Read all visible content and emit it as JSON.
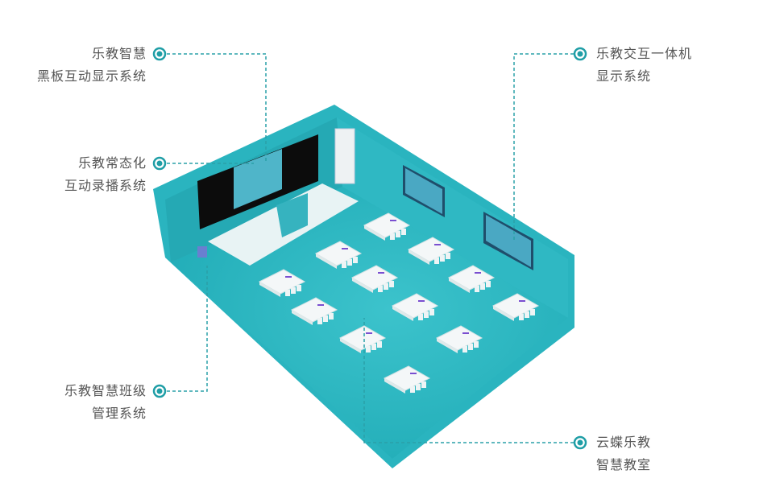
{
  "colors": {
    "accent": "#1f9ea6",
    "room": "#2bb7c2",
    "wall": "#27aab5"
  },
  "labels": {
    "blackboard": {
      "line1": "乐教智慧",
      "line2": "黑板互动显示系统"
    },
    "recording": {
      "line1": "乐教常态化",
      "line2": "互动录播系统"
    },
    "class_management": {
      "line1": "乐教智慧班级",
      "line2": "管理系统"
    },
    "all_in_one": {
      "line1": "乐教交互一体机",
      "line2": "显示系统"
    },
    "smart_classroom": {
      "line1": "云蝶乐教",
      "line2": "智慧教室"
    }
  }
}
